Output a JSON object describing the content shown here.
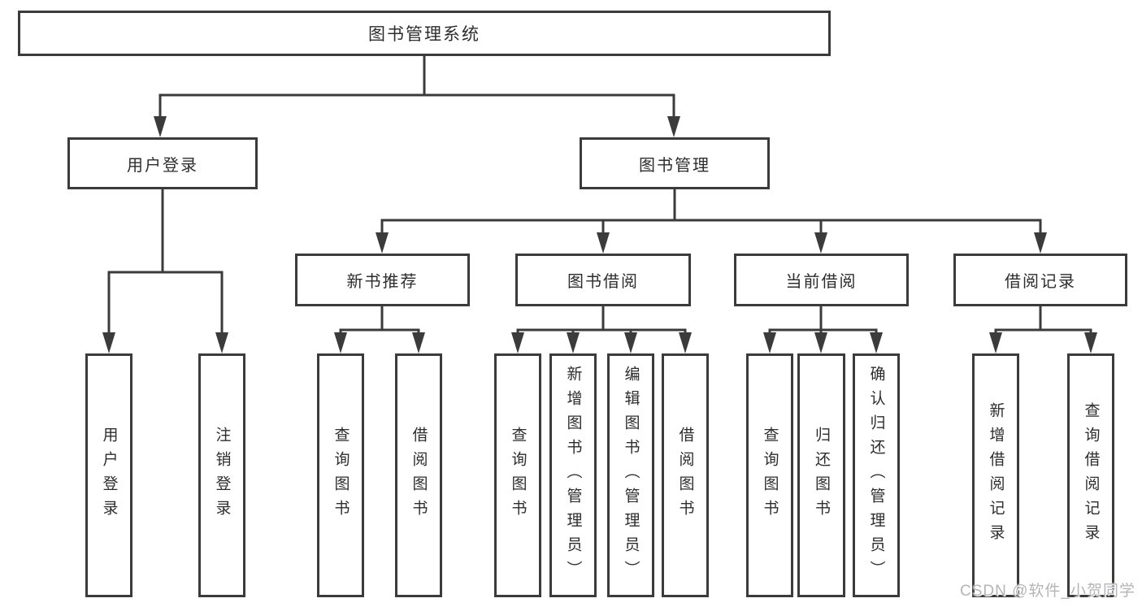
{
  "diagram": {
    "type": "hierarchy-tree",
    "colors": {
      "line": "#3b3b3b",
      "box_border": "#3b3b3b",
      "box_fill": "#ffffff",
      "text": "#2d2d2d",
      "watermark": "#b5b5b9",
      "background": "#ffffff"
    }
  },
  "tree": {
    "label": "图书管理系统",
    "children": [
      {
        "label": "用户登录",
        "children": [
          {
            "label": "用户登录"
          },
          {
            "label": "注销登录"
          }
        ]
      },
      {
        "label": "图书管理",
        "children": [
          {
            "label": "新书推荐",
            "children": [
              {
                "label": "查询图书"
              },
              {
                "label": "借阅图书"
              }
            ]
          },
          {
            "label": "图书借阅",
            "children": [
              {
                "label": "查询图书"
              },
              {
                "label": "新增图书（管理员）"
              },
              {
                "label": "编辑图书（管理员）"
              },
              {
                "label": "借阅图书"
              }
            ]
          },
          {
            "label": "当前借阅",
            "children": [
              {
                "label": "查询图书"
              },
              {
                "label": "归还图书"
              },
              {
                "label": "确认归还（管理员）"
              }
            ]
          },
          {
            "label": "借阅记录",
            "children": [
              {
                "label": "新增借阅记录"
              },
              {
                "label": "查询借阅记录"
              }
            ]
          }
        ]
      }
    ]
  },
  "watermark": "CSDN @软件_小贺同学"
}
